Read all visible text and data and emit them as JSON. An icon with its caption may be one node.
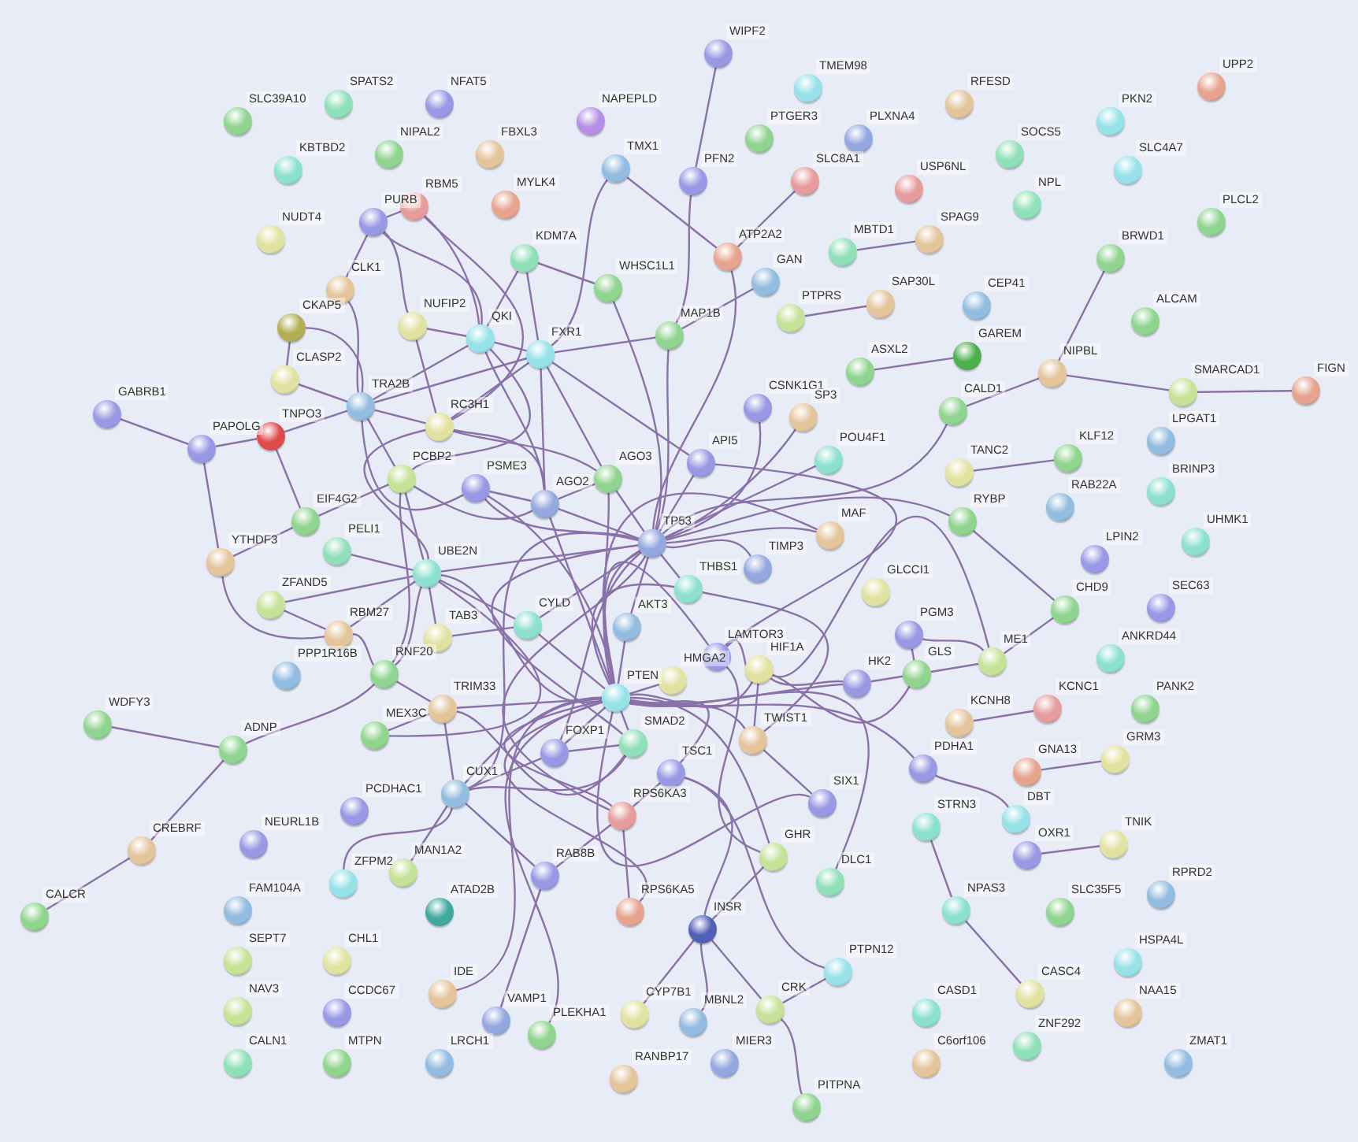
{
  "diagram": {
    "nodes": [
      {
        "text": [
          "SLC39A10"
        ]
      },
      {
        "text": [
          "SPATS2"
        ]
      },
      {
        "text": [
          "NFAT5"
        ]
      },
      {
        "text": [
          "KBTBD2"
        ]
      },
      {
        "text": [
          "NIPAL2"
        ]
      },
      {
        "text": [
          "NAPEPLD"
        ]
      },
      {
        "text": [
          "FBXL3"
        ]
      },
      {
        "text": [
          "WIPF2"
        ]
      },
      {
        "text": [
          "TMEM98"
        ]
      },
      {
        "text": [
          "PTGER3"
        ]
      },
      {
        "text": [
          "PLXNA4"
        ]
      },
      {
        "text": [
          "RFESD"
        ]
      },
      {
        "text": [
          "UPP2"
        ]
      },
      {
        "text": [
          "PKN2"
        ]
      },
      {
        "text": [
          "SOCS5"
        ]
      },
      {
        "text": [
          "SLC4A7"
        ]
      },
      {
        "text": [
          "NUDT4"
        ]
      },
      {
        "text": [
          "RBM5"
        ]
      },
      {
        "text": [
          "PURB"
        ]
      },
      {
        "text": [
          "MYLK4"
        ]
      },
      {
        "text": [
          "TMX1"
        ]
      },
      {
        "text": [
          "PFN2"
        ]
      },
      {
        "text": [
          "SLC8A1"
        ]
      },
      {
        "text": [
          "USP6NL"
        ]
      },
      {
        "text": [
          "NPL"
        ]
      },
      {
        "text": [
          "PLCL2"
        ]
      },
      {
        "text": [
          "KDM7A"
        ]
      },
      {
        "text": [
          "WHSC1L1"
        ]
      },
      {
        "text": [
          "ATP2A2"
        ]
      },
      {
        "text": [
          "GAN"
        ]
      },
      {
        "text": [
          "MBTD1"
        ]
      },
      {
        "text": [
          "SPAG9"
        ]
      },
      {
        "text": [
          "BRWD1"
        ]
      },
      {
        "text": [
          "CLK1"
        ]
      },
      {
        "text": [
          "CKAP5"
        ]
      },
      {
        "text": [
          "NUFIP2"
        ]
      },
      {
        "text": [
          "QKI"
        ]
      },
      {
        "text": [
          "FXR1"
        ]
      },
      {
        "text": [
          "MAP1B"
        ]
      },
      {
        "text": [
          "PTPRS"
        ]
      },
      {
        "text": [
          "SAP30L"
        ]
      },
      {
        "text": [
          "CEP41"
        ]
      },
      {
        "text": [
          "ALCAM"
        ]
      },
      {
        "text": [
          "CLASP2"
        ]
      },
      {
        "text": [
          "GAREM"
        ]
      },
      {
        "text": [
          "ASXL2"
        ]
      },
      {
        "text": [
          "GABRB1"
        ]
      },
      {
        "text": [
          "TRA2B"
        ]
      },
      {
        "text": [
          "TNPO3"
        ]
      },
      {
        "text": [
          "PAPOLG"
        ]
      },
      {
        "text": [
          "RC3H1"
        ]
      },
      {
        "text": [
          "PCBP2"
        ]
      },
      {
        "text": [
          "CSNK1G1"
        ]
      },
      {
        "text": [
          "SP3"
        ]
      },
      {
        "text": [
          "CALD1"
        ]
      },
      {
        "text": [
          "NIPBL"
        ]
      },
      {
        "text": [
          "SMARCAD1"
        ]
      },
      {
        "text": [
          "FIGN"
        ]
      },
      {
        "text": [
          "LPGAT1"
        ]
      },
      {
        "text": [
          "KLF12"
        ]
      },
      {
        "text": [
          "TANC2"
        ]
      },
      {
        "text": [
          "POU4F1"
        ]
      },
      {
        "text": [
          "PSME3"
        ]
      },
      {
        "text": [
          "AGO3"
        ]
      },
      {
        "text": [
          "API5"
        ]
      },
      {
        "text": [
          "AGO2"
        ]
      },
      {
        "text": [
          "EIF4G2"
        ]
      },
      {
        "text": [
          "BRINP3"
        ]
      },
      {
        "text": [
          "RAB22A"
        ]
      },
      {
        "text": [
          "RYBP"
        ]
      },
      {
        "text": [
          "UHMK1"
        ]
      },
      {
        "text": [
          "LPIN2"
        ]
      },
      {
        "text": [
          "PELI1"
        ]
      },
      {
        "text": [
          "YTHDF3"
        ]
      },
      {
        "text": [
          "TP53"
        ]
      },
      {
        "text": [
          "MAF"
        ]
      },
      {
        "text": [
          "TIMP3"
        ]
      },
      {
        "text": [
          "UBE2N"
        ]
      },
      {
        "text": [
          "THBS1"
        ]
      },
      {
        "text": [
          "GLCCI1"
        ]
      },
      {
        "text": [
          "CHD9"
        ]
      },
      {
        "text": [
          "SEC63"
        ]
      },
      {
        "text": [
          "ZFAND5"
        ]
      },
      {
        "text": [
          "RBM27"
        ]
      },
      {
        "text": [
          "TAB3"
        ]
      },
      {
        "text": [
          "CYLD"
        ]
      },
      {
        "text": [
          "AKT3"
        ]
      },
      {
        "text": [
          "LAMTOR3"
        ]
      },
      {
        "text": [
          "HIF1A"
        ]
      },
      {
        "text": [
          "ANKRD44"
        ]
      },
      {
        "text": [
          "PGM3"
        ]
      },
      {
        "text": [
          "GLS"
        ]
      },
      {
        "text": [
          "ME1"
        ]
      },
      {
        "text": [
          "HK2"
        ]
      },
      {
        "text": [
          "PPP1R16B"
        ]
      },
      {
        "text": [
          "RNF20"
        ]
      },
      {
        "text": [
          "HMGA2"
        ]
      },
      {
        "text": [
          "PTEN"
        ]
      },
      {
        "text": [
          "WDFY3"
        ]
      },
      {
        "text": [
          "MEX3C"
        ]
      },
      {
        "text": [
          "TRIM33"
        ]
      },
      {
        "text": [
          "KCNH8"
        ]
      },
      {
        "text": [
          "KCNC1"
        ]
      },
      {
        "text": [
          "PANK2"
        ]
      },
      {
        "text": [
          "FOXP1"
        ]
      },
      {
        "text": [
          "SMAD2"
        ]
      },
      {
        "text": [
          "TWIST1"
        ]
      },
      {
        "text": [
          "TSC1"
        ]
      },
      {
        "text": [
          "ADNP"
        ]
      },
      {
        "text": [
          "GNA13"
        ]
      },
      {
        "text": [
          "GRM3"
        ]
      },
      {
        "text": [
          "PDHA1"
        ]
      },
      {
        "text": [
          "CUX1"
        ]
      },
      {
        "text": [
          "PCDHAC1"
        ]
      },
      {
        "text": [
          "SIX1"
        ]
      },
      {
        "text": [
          "DBT"
        ]
      },
      {
        "text": [
          "STRN3"
        ]
      },
      {
        "text": [
          "RPS6KA3"
        ]
      },
      {
        "text": [
          "CREBRF"
        ]
      },
      {
        "text": [
          "NEURL1B"
        ]
      },
      {
        "text": [
          "OXR1"
        ]
      },
      {
        "text": [
          "TNIK"
        ]
      },
      {
        "text": [
          "ZFPM2"
        ]
      },
      {
        "text": [
          "MAN1A2"
        ]
      },
      {
        "text": [
          "RAB8B"
        ]
      },
      {
        "text": [
          "GHR"
        ]
      },
      {
        "text": [
          "DLC1"
        ]
      },
      {
        "text": [
          "RPRD2"
        ]
      },
      {
        "text": [
          "CALCR"
        ]
      },
      {
        "text": [
          "FAM104A"
        ]
      },
      {
        "text": [
          "ATAD2B"
        ]
      },
      {
        "text": [
          "NPAS3"
        ]
      },
      {
        "text": [
          "SLC35F5"
        ]
      },
      {
        "text": [
          "RPS6KA5"
        ]
      },
      {
        "text": [
          "INSR"
        ]
      },
      {
        "text": [
          "SEPT7"
        ]
      },
      {
        "text": [
          "CHL1"
        ]
      },
      {
        "text": [
          "PTPN12"
        ]
      },
      {
        "text": [
          "HSPA4L"
        ]
      },
      {
        "text": [
          "IDE"
        ]
      },
      {
        "text": [
          "NAV3"
        ]
      },
      {
        "text": [
          "CCDC67"
        ]
      },
      {
        "text": [
          "CASC4"
        ]
      },
      {
        "text": [
          "CASD1"
        ]
      },
      {
        "text": [
          "NAA15"
        ]
      },
      {
        "text": [
          "CRK"
        ]
      },
      {
        "text": [
          "VAMP1"
        ]
      },
      {
        "text": [
          "CYP7B1"
        ]
      },
      {
        "text": [
          "MBNL2"
        ]
      },
      {
        "text": [
          "PLEKHA1"
        ]
      },
      {
        "text": [
          "ZNF292"
        ]
      },
      {
        "text": [
          "CALN1"
        ]
      },
      {
        "text": [
          "MTPN"
        ]
      },
      {
        "text": [
          "LRCH1"
        ]
      },
      {
        "text": [
          "MIER3"
        ]
      },
      {
        "text": [
          "C6orf106"
        ]
      },
      {
        "text": [
          "ZMAT1"
        ]
      },
      {
        "text": [
          "RANBP17"
        ]
      },
      {
        "text": [
          "PITPNA"
        ]
      }
    ],
    "edges": [
      {
        "from": 46,
        "to": 49,
        "arrow": "none"
      },
      {
        "from": 49,
        "to": 48,
        "arrow": "none"
      },
      {
        "from": 49,
        "to": 73,
        "arrow": "none"
      },
      {
        "from": 48,
        "to": 47,
        "arrow": "none"
      },
      {
        "from": 48,
        "to": 66,
        "arrow": "none"
      },
      {
        "from": 73,
        "to": 66,
        "arrow": "none"
      },
      {
        "from": 73,
        "to": 83,
        "arrow": "none"
      },
      {
        "from": 82,
        "to": 83,
        "arrow": "none"
      },
      {
        "from": 82,
        "to": 77,
        "arrow": "none"
      },
      {
        "from": 33,
        "to": 18,
        "arrow": "none"
      },
      {
        "from": 33,
        "to": 47,
        "arrow": "none"
      },
      {
        "from": 34,
        "to": 43,
        "arrow": "none"
      },
      {
        "from": 34,
        "to": 47,
        "arrow": "none"
      },
      {
        "from": 43,
        "to": 47,
        "arrow": "none"
      },
      {
        "from": 18,
        "to": 17,
        "arrow": "none"
      },
      {
        "from": 18,
        "to": 35,
        "arrow": "none"
      },
      {
        "from": 18,
        "to": 36,
        "arrow": "none"
      },
      {
        "from": 17,
        "to": 50,
        "arrow": "none"
      },
      {
        "from": 17,
        "to": 36,
        "arrow": "none"
      },
      {
        "from": 35,
        "to": 36,
        "arrow": "none"
      },
      {
        "from": 35,
        "to": 50,
        "arrow": "none"
      },
      {
        "from": 47,
        "to": 36,
        "arrow": "none"
      },
      {
        "from": 47,
        "to": 50,
        "arrow": "none"
      },
      {
        "from": 47,
        "to": 51,
        "arrow": "none"
      },
      {
        "from": 47,
        "to": 62,
        "arrow": "none"
      },
      {
        "from": 47,
        "to": 37,
        "arrow": "none"
      },
      {
        "from": 66,
        "to": 51,
        "arrow": "none"
      },
      {
        "from": 72,
        "to": 77,
        "arrow": "none"
      },
      {
        "from": 51,
        "to": 77,
        "arrow": "none"
      },
      {
        "from": 51,
        "to": 36,
        "arrow": "none"
      },
      {
        "from": 51,
        "to": 65,
        "arrow": "none"
      },
      {
        "from": 51,
        "to": 95,
        "arrow": "none"
      },
      {
        "from": 50,
        "to": 65,
        "arrow": "none"
      },
      {
        "from": 50,
        "to": 63,
        "arrow": "none"
      },
      {
        "from": 50,
        "to": 37,
        "arrow": "none"
      },
      {
        "from": 50,
        "to": 77,
        "arrow": "none"
      },
      {
        "from": 36,
        "to": 26,
        "arrow": "none"
      },
      {
        "from": 36,
        "to": 37,
        "arrow": "none"
      },
      {
        "from": 36,
        "to": 65,
        "arrow": "none"
      },
      {
        "from": 26,
        "to": 27,
        "arrow": "none"
      },
      {
        "from": 26,
        "to": 37,
        "arrow": "none"
      },
      {
        "from": 20,
        "to": 37,
        "arrow": "none"
      },
      {
        "from": 20,
        "to": 28,
        "arrow": "none"
      },
      {
        "from": 7,
        "to": 21,
        "arrow": "none"
      },
      {
        "from": 21,
        "to": 38,
        "arrow": "none"
      },
      {
        "from": 22,
        "to": 28,
        "arrow": "none"
      },
      {
        "from": 28,
        "to": 74,
        "arrow": "none"
      },
      {
        "from": 29,
        "to": 38,
        "arrow": "none"
      },
      {
        "from": 37,
        "to": 38,
        "arrow": "none"
      },
      {
        "from": 37,
        "to": 65,
        "arrow": "none"
      },
      {
        "from": 37,
        "to": 64,
        "arrow": "none"
      },
      {
        "from": 37,
        "to": 63,
        "arrow": "none"
      },
      {
        "from": 27,
        "to": 74,
        "arrow": "none"
      },
      {
        "from": 38,
        "to": 74,
        "arrow": "none"
      },
      {
        "from": 30,
        "to": 31,
        "arrow": "none"
      },
      {
        "from": 39,
        "to": 40,
        "arrow": "none"
      },
      {
        "from": 45,
        "to": 44,
        "arrow": "none"
      },
      {
        "from": 55,
        "to": 32,
        "arrow": "none"
      },
      {
        "from": 55,
        "to": 56,
        "arrow": "none"
      },
      {
        "from": 56,
        "to": 57,
        "arrow": "none"
      },
      {
        "from": 55,
        "to": 54,
        "arrow": "none"
      },
      {
        "from": 54,
        "to": 74,
        "arrow": "none"
      },
      {
        "from": 60,
        "to": 59,
        "arrow": "none"
      },
      {
        "from": 69,
        "to": 74,
        "arrow": "none"
      },
      {
        "from": 69,
        "to": 80,
        "arrow": "none"
      },
      {
        "from": 80,
        "to": 92,
        "arrow": "none"
      },
      {
        "from": 92,
        "to": 91,
        "arrow": "none"
      },
      {
        "from": 92,
        "to": 90,
        "arrow": "none"
      },
      {
        "from": 90,
        "to": 91,
        "arrow": "none"
      },
      {
        "from": 52,
        "to": 74,
        "arrow": "none"
      },
      {
        "from": 53,
        "to": 74,
        "arrow": "none"
      },
      {
        "from": 61,
        "to": 74,
        "arrow": "none"
      },
      {
        "from": 64,
        "to": 74,
        "arrow": "none"
      },
      {
        "from": 64,
        "to": 87,
        "arrow": "none"
      },
      {
        "from": 63,
        "to": 74,
        "arrow": "none"
      },
      {
        "from": 63,
        "to": 65,
        "arrow": "none"
      },
      {
        "from": 63,
        "to": 97,
        "arrow": "none"
      },
      {
        "from": 65,
        "to": 74,
        "arrow": "none"
      },
      {
        "from": 65,
        "to": 97,
        "arrow": "none"
      },
      {
        "from": 65,
        "to": 62,
        "arrow": "none"
      },
      {
        "from": 62,
        "to": 74,
        "arrow": "none"
      },
      {
        "from": 62,
        "to": 97,
        "arrow": "none"
      },
      {
        "from": 74,
        "to": 75,
        "arrow": "none"
      },
      {
        "from": 74,
        "to": 76,
        "arrow": "none"
      },
      {
        "from": 74,
        "to": 78,
        "arrow": "none"
      },
      {
        "from": 74,
        "to": 86,
        "arrow": "none"
      },
      {
        "from": 74,
        "to": 97,
        "arrow": "none"
      },
      {
        "from": 74,
        "to": 77,
        "arrow": "none"
      },
      {
        "from": 74,
        "to": 105,
        "arrow": "none"
      },
      {
        "from": 74,
        "to": 85,
        "arrow": "none"
      },
      {
        "from": 74,
        "to": 117,
        "arrow": "none"
      },
      {
        "from": 74,
        "to": 104,
        "arrow": "none"
      },
      {
        "from": 74,
        "to": 112,
        "arrow": "none"
      },
      {
        "from": 75,
        "to": 97,
        "arrow": "none"
      },
      {
        "from": 78,
        "to": 97,
        "arrow": "none"
      },
      {
        "from": 78,
        "to": 106,
        "arrow": "none"
      },
      {
        "from": 77,
        "to": 95,
        "arrow": "none"
      },
      {
        "from": 77,
        "to": 99,
        "arrow": "none"
      },
      {
        "from": 77,
        "to": 84,
        "arrow": "none"
      },
      {
        "from": 77,
        "to": 85,
        "arrow": "none"
      },
      {
        "from": 77,
        "to": 83,
        "arrow": "none"
      },
      {
        "from": 77,
        "to": 97,
        "arrow": "none"
      },
      {
        "from": 84,
        "to": 85,
        "arrow": "none"
      },
      {
        "from": 85,
        "to": 97,
        "arrow": "none"
      },
      {
        "from": 86,
        "to": 97,
        "arrow": "none"
      },
      {
        "from": 97,
        "to": 88,
        "arrow": "none"
      },
      {
        "from": 97,
        "to": 93,
        "arrow": "none"
      },
      {
        "from": 97,
        "to": 105,
        "arrow": "none"
      },
      {
        "from": 97,
        "to": 104,
        "arrow": "none"
      },
      {
        "from": 97,
        "to": 107,
        "arrow": "none"
      },
      {
        "from": 97,
        "to": 117,
        "arrow": "none"
      },
      {
        "from": 97,
        "to": 133,
        "arrow": "none"
      },
      {
        "from": 97,
        "to": 100,
        "arrow": "none"
      },
      {
        "from": 97,
        "to": 112,
        "arrow": "none"
      },
      {
        "from": 97,
        "to": 139,
        "arrow": "none"
      },
      {
        "from": 97,
        "to": 149,
        "arrow": "none"
      },
      {
        "from": 97,
        "to": 106,
        "arrow": "none"
      },
      {
        "from": 97,
        "to": 114,
        "arrow": "none"
      },
      {
        "from": 97,
        "to": 126,
        "arrow": "none"
      },
      {
        "from": 97,
        "to": 87,
        "arrow": "none"
      },
      {
        "from": 97,
        "to": 96,
        "arrow": "none"
      },
      {
        "from": 97,
        "to": 125,
        "arrow": "none"
      },
      {
        "from": 97,
        "to": 111,
        "arrow": "none"
      },
      {
        "from": 88,
        "to": 87,
        "arrow": "none"
      },
      {
        "from": 88,
        "to": 93,
        "arrow": "none"
      },
      {
        "from": 88,
        "to": 106,
        "arrow": "none"
      },
      {
        "from": 88,
        "to": 91,
        "arrow": "none"
      },
      {
        "from": 88,
        "to": 92,
        "arrow": "none"
      },
      {
        "from": 93,
        "to": 91,
        "arrow": "none"
      },
      {
        "from": 111,
        "to": 115,
        "arrow": "none"
      },
      {
        "from": 106,
        "to": 114,
        "arrow": "none"
      },
      {
        "from": 105,
        "to": 100,
        "arrow": "none"
      },
      {
        "from": 105,
        "to": 104,
        "arrow": "none"
      },
      {
        "from": 107,
        "to": 137,
        "arrow": "none"
      },
      {
        "from": 107,
        "to": 134,
        "arrow": "none"
      },
      {
        "from": 107,
        "to": 117,
        "arrow": "none"
      },
      {
        "from": 117,
        "to": 133,
        "arrow": "none"
      },
      {
        "from": 117,
        "to": 124,
        "arrow": "none"
      },
      {
        "from": 134,
        "to": 125,
        "arrow": "none"
      },
      {
        "from": 134,
        "to": 147,
        "arrow": "none"
      },
      {
        "from": 134,
        "to": 148,
        "arrow": "none"
      },
      {
        "from": 134,
        "to": 145,
        "arrow": "none"
      },
      {
        "from": 145,
        "to": 137,
        "arrow": "none"
      },
      {
        "from": 145,
        "to": 158,
        "arrow": "none"
      },
      {
        "from": 125,
        "to": 87,
        "arrow": "none"
      },
      {
        "from": 99,
        "to": 100,
        "arrow": "none"
      },
      {
        "from": 100,
        "to": 112,
        "arrow": "none"
      },
      {
        "from": 95,
        "to": 108,
        "arrow": "none"
      },
      {
        "from": 95,
        "to": 83,
        "arrow": "none"
      },
      {
        "from": 95,
        "to": 100,
        "arrow": "none"
      },
      {
        "from": 108,
        "to": 98,
        "arrow": "none"
      },
      {
        "from": 108,
        "to": 118,
        "arrow": "none"
      },
      {
        "from": 118,
        "to": 128,
        "arrow": "none"
      },
      {
        "from": 112,
        "to": 122,
        "arrow": "none"
      },
      {
        "from": 112,
        "to": 123,
        "arrow": "none"
      },
      {
        "from": 112,
        "to": 124,
        "arrow": "none"
      },
      {
        "from": 112,
        "to": 104,
        "arrow": "none"
      },
      {
        "from": 112,
        "to": 105,
        "arrow": "none"
      },
      {
        "from": 124,
        "to": 146,
        "arrow": "none"
      },
      {
        "from": 101,
        "to": 102,
        "arrow": "none"
      },
      {
        "from": 109,
        "to": 110,
        "arrow": "none"
      },
      {
        "from": 120,
        "to": 121,
        "arrow": "none"
      },
      {
        "from": 116,
        "to": 131,
        "arrow": "none"
      },
      {
        "from": 131,
        "to": 142,
        "arrow": "none"
      }
    ]
  }
}
